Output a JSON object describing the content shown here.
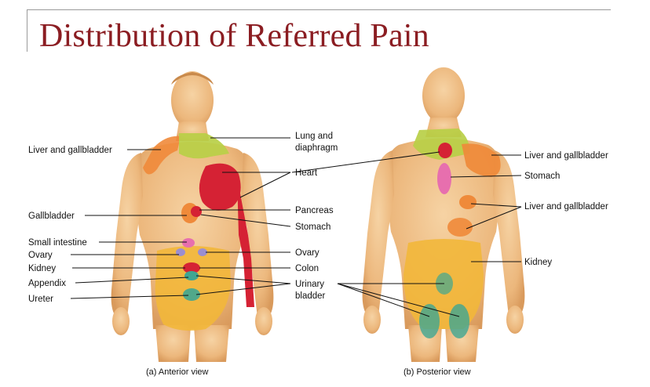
{
  "title": "Distribution of Referred Pain",
  "colors": {
    "title": "#8b1d22",
    "skin": "#f1c48d",
    "skin_shadow": "#d99a5c",
    "orange": "#ef8a3a",
    "yellow": "#f2b73a",
    "red": "#d52234",
    "lime": "#b9cf47",
    "pink": "#e76fae",
    "teal": "#3fa692",
    "lavender": "#9b8ed0"
  },
  "anterior": {
    "caption": "(a) Anterior view",
    "labels_left": [
      "Liver and gallbladder",
      "Gallbladder",
      "Small intestine",
      "Ovary",
      "Kidney",
      "Appendix",
      "Ureter"
    ],
    "labels_right": [
      "Lung and",
      "diaphragm",
      "Heart",
      "Pancreas",
      "Stomach",
      "Ovary",
      "Colon",
      "Urinary",
      "bladder"
    ]
  },
  "posterior": {
    "caption": "(b) Posterior view",
    "labels_right": [
      "Liver and gallbladder",
      "Stomach",
      "Liver and gallbladder",
      "Kidney"
    ]
  }
}
